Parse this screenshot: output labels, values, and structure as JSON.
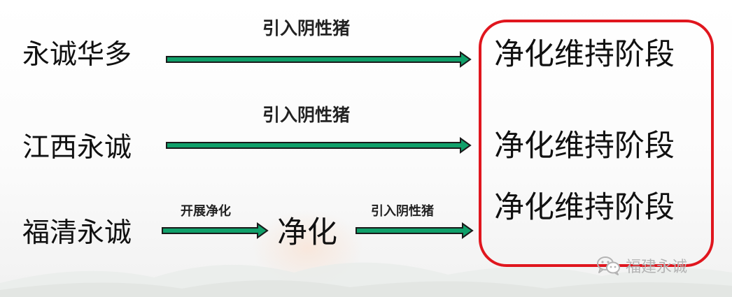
{
  "farms": [
    "永诚华多",
    "江西永诚",
    "福清永诚"
  ],
  "labels": {
    "intro_pig_1": "引入阴性猪",
    "intro_pig_2": "引入阴性猪",
    "start_purify": "开展净化",
    "intro_pig_3": "引入阴性猪"
  },
  "middle_step": "净化",
  "stages": [
    "净化维持阶段",
    "净化维持阶段",
    "净化维持阶段"
  ],
  "watermark": {
    "text": "福建永诚",
    "icon": "wechat-icon"
  },
  "colors": {
    "arrow_fill": "#10a06a",
    "box_border": "#e0161e"
  }
}
